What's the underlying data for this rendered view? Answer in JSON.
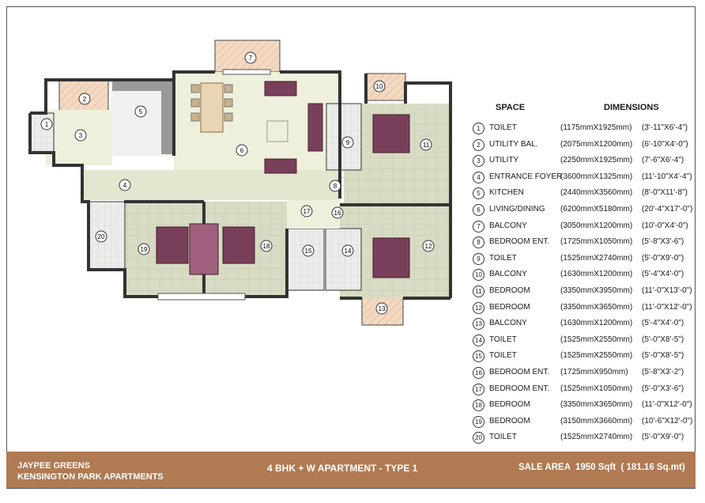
{
  "legend": {
    "space_header": "SPACE",
    "dimensions_header": "DIMENSIONS",
    "rows": [
      {
        "num": "1",
        "space": "TOILET",
        "mm": "(1175mmX1925mm)",
        "ft": "(3'-11\"X6'-4\")"
      },
      {
        "num": "2",
        "space": "UTILITY BAL.",
        "mm": "(2075mmX1200mm)",
        "ft": "(6'-10\"X4'-0\")"
      },
      {
        "num": "3",
        "space": "UTILITY",
        "mm": "(2250mmX1925mm)",
        "ft": "(7'-6\"X6'-4\")"
      },
      {
        "num": "4",
        "space": "ENTRANCE FOYER",
        "mm": "(3600mmX1325mm)",
        "ft": "(11'-10\"X4'-4\")"
      },
      {
        "num": "5",
        "space": "KITCHEN",
        "mm": "(2440mmX3560mm)",
        "ft": "(8'-0\"X11'-8\")"
      },
      {
        "num": "6",
        "space": "LIVING/DINING",
        "mm": "(6200mmX5180mm)",
        "ft": "(20'-4\"X17'-0\")"
      },
      {
        "num": "7",
        "space": "BALCONY",
        "mm": "(3050mmX1200mm)",
        "ft": "(10'-0\"X4'-0\")"
      },
      {
        "num": "8",
        "space": "BEDROOM ENT.",
        "mm": "(1725mmX1050mm)",
        "ft": "(5'-8\"X3'-6\")"
      },
      {
        "num": "9",
        "space": "TOILET",
        "mm": "(1525mmX2740mm)",
        "ft": "(5'-0\"X9'-0\")"
      },
      {
        "num": "10",
        "space": "BALCONY",
        "mm": "(1630mmX1200mm)",
        "ft": "(5'-4\"X4'-0\")"
      },
      {
        "num": "11",
        "space": "BEDROOM",
        "mm": "(3350mmX3950mm)",
        "ft": "(11'-0\"X13'-0\")"
      },
      {
        "num": "12",
        "space": "BEDROOM",
        "mm": "(3350mmX3650mm)",
        "ft": "(11'-0\"X12'-0\")"
      },
      {
        "num": "13",
        "space": "BALCONY",
        "mm": "(1630mmX1200mm)",
        "ft": "(5'-4\"X4'-0\")"
      },
      {
        "num": "14",
        "space": "TOILET",
        "mm": "(1525mmX2550mm)",
        "ft": "(5'-0\"X8'-5\")"
      },
      {
        "num": "15",
        "space": "TOILET",
        "mm": "(1525mmX2550mm)",
        "ft": "(5'-0\"X8'-5\")"
      },
      {
        "num": "16",
        "space": "BEDROOM ENT.",
        "mm": "(1725mmX950mm)",
        "ft": "(5'-8\"X3'-2\")"
      },
      {
        "num": "17",
        "space": "BEDROOM ENT.",
        "mm": "(1525mmX1050mm)",
        "ft": "(5'-0\"X3'-6\")"
      },
      {
        "num": "18",
        "space": "BEDROOM",
        "mm": "(3350mmX3650mm)",
        "ft": "(11'-0\"X12'-0\")"
      },
      {
        "num": "19",
        "space": "BEDROOM",
        "mm": "(3150mmX3660mm)",
        "ft": "(10'-6\"X12'-0\")"
      },
      {
        "num": "20",
        "space": "TOILET",
        "mm": "(1525mmX2740mm)",
        "ft": "(5'-0\"X9'-0\")"
      }
    ]
  },
  "footer": {
    "project_line1": "JAYPEE GREENS",
    "project_line2": "KENSINGTON PARK APARTMENTS",
    "unit_type": "4 BHK + W APARTMENT - TYPE 1",
    "sale_area": "SALE AREA  1950 Sqft  ( 181.16 Sq.mt)"
  },
  "plan_labels": [
    "1",
    "2",
    "3",
    "4",
    "5",
    "6",
    "7",
    "8",
    "9",
    "10",
    "11",
    "12",
    "13",
    "14",
    "15",
    "16",
    "17",
    "18",
    "19",
    "20"
  ],
  "colors": {
    "floor_light": "#eef0dc",
    "floor_tile": "#d8dcc2",
    "bed": "#7a3f5a",
    "balcony": "#f3d8c0",
    "wall": "#333333",
    "kitchen_counter": "#9a9a9a",
    "footer_bg": "#b07a52"
  }
}
